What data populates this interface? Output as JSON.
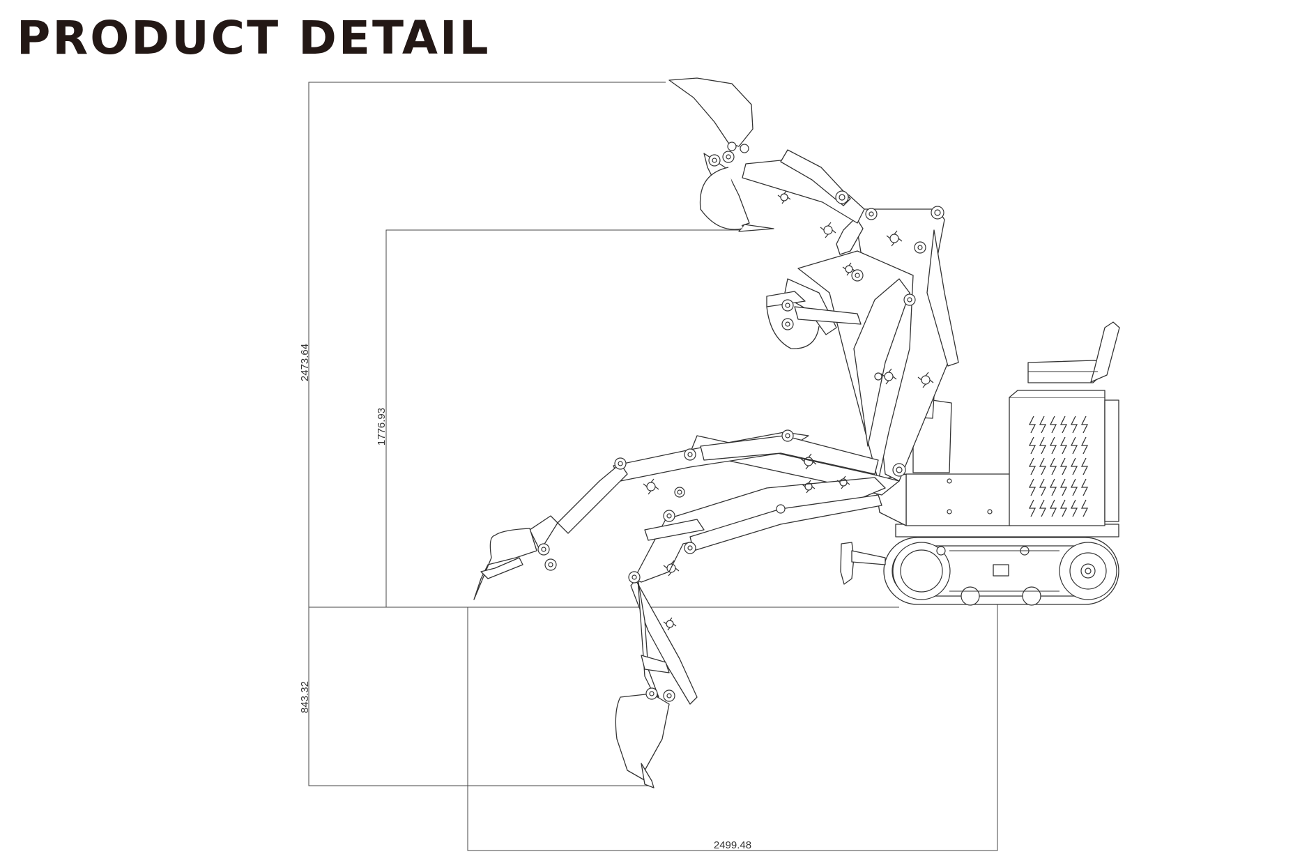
{
  "page": {
    "title": "PRODUCT DETAIL"
  },
  "dimensions": {
    "max_height": "2473.64",
    "dump_height": "1776.93",
    "dig_depth": "843.32",
    "reach": "2499.48"
  },
  "icons": [
    "excavator-side-view-drawing",
    "boom-logo-icon",
    "lightning-bolt-icon"
  ]
}
